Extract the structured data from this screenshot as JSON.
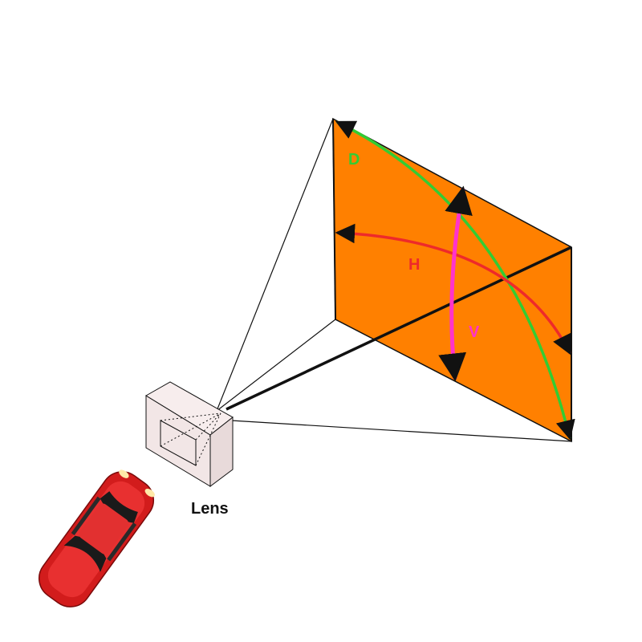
{
  "labels": {
    "diagonal": "D",
    "horizontal": "H",
    "vertical": "V",
    "lens": "Lens"
  },
  "colors": {
    "sensor_plane": "#FF8000",
    "diagonal_arc": "#33CC33",
    "horizontal_arc": "#EE2A2A",
    "vertical_arc": "#FF33CC",
    "camera_box": "#F2E6E6",
    "car_body": "#E02020"
  },
  "icons": {
    "camera": "camera-box-icon",
    "car": "red-car-icon"
  }
}
